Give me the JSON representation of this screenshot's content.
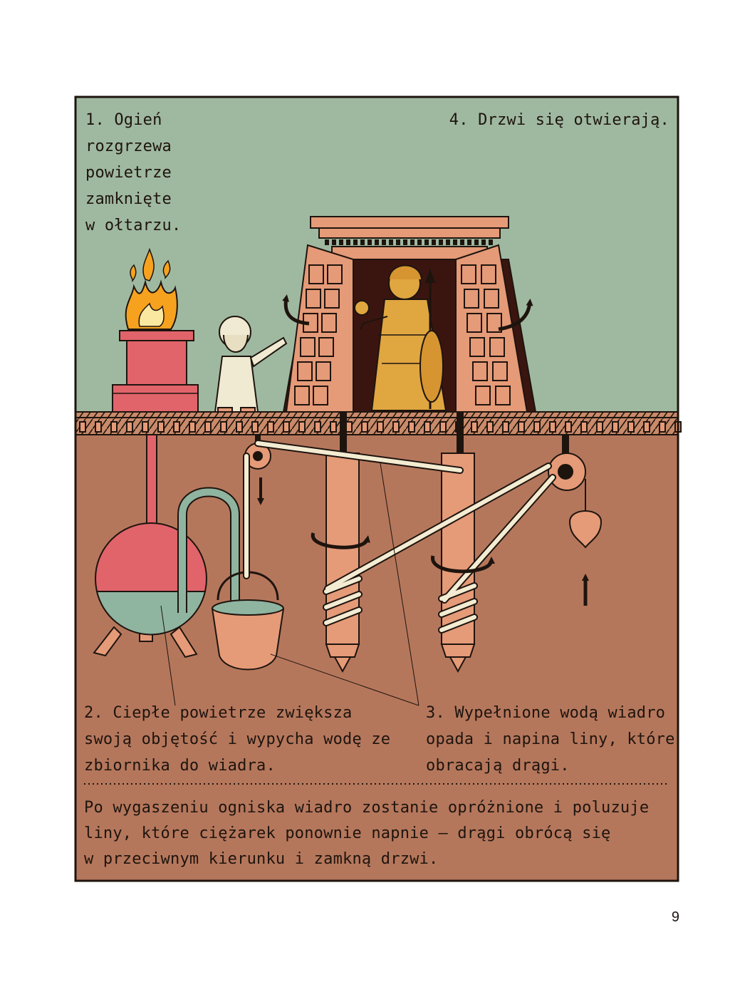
{
  "colors": {
    "sky": "#9fb9a0",
    "ground": "#b5775c",
    "ink": "#1e140e",
    "altar": "#e0646a",
    "wood": "#e59a78",
    "statue": "#e0a640",
    "water": "#8fb4a0",
    "rope": "#f3ecd2",
    "fire": "#f6a21f"
  },
  "icons": {
    "flame": "flame-icon",
    "arrow_up": "arrow-up-icon",
    "arrow_down": "arrow-down-icon",
    "rotation": "rotation-arrow-icon"
  },
  "labels": {
    "step1": [
      "1. Ogień",
      "rozgrzewa",
      "powietrze",
      "zamknięte",
      "w ołtarzu."
    ],
    "step2": [
      "2. Ciepłe powietrze zwiększa",
      "swoją objętość i wypycha wodę ze",
      "zbiornika do wiadra."
    ],
    "step3": [
      "3. Wypełnione wodą wiadro",
      "opada i napina liny, które",
      "obracają drągi."
    ],
    "step4": "4. Drzwi się otwierają."
  },
  "footnote": [
    "Po wygaszeniu ogniska wiadro zostanie opróżnione i poluzuje",
    "liny, które ciężarek ponownie napnie – drągi obrócą się",
    "w przeciwnym kierunku i zamkną drzwi."
  ],
  "page_number": "9"
}
